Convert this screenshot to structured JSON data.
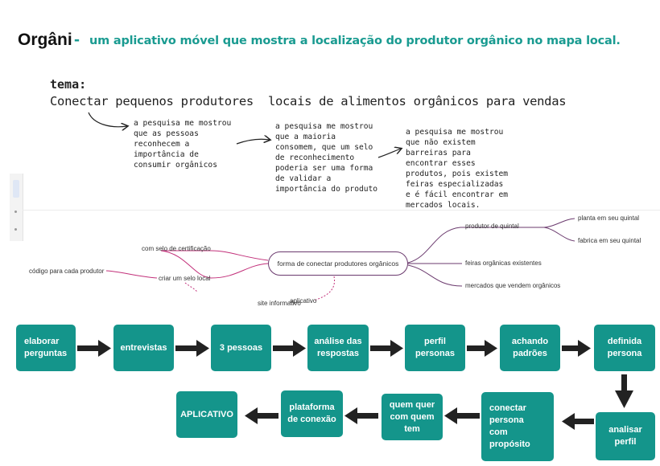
{
  "header": {
    "brand": "Orgâni",
    "separator": "-",
    "subtitle": "um aplicativo móvel que mostra a localização do produtor orgânico no mapa local."
  },
  "theme": {
    "label": "tema:",
    "text": "Conectar pequenos produtores  locais de alimentos orgânicos para vendas"
  },
  "notes": [
    "a pesquisa me mostrou\nque as pessoas\nreconhecem a\nimportância de\nconsumir orgânicos",
    "a pesquisa me mostrou\nque a maioria\nconsomem, que um selo\nde reconhecimento\npoderia ser uma forma\nde validar a\nimportância do produto",
    "a pesquisa me mostrou\nque não existem\nbarreiras para\nencontrar esses\nprodutos, pois existem\nfeiras especializadas\ne é fácil encontrar em\nmercados locais."
  ],
  "mindmap": {
    "center": "forma de conectar produtores orgânicos",
    "left": {
      "branch": "criar um selo local",
      "sub_top": "com selo de certificação",
      "sub_left": "código para cada produtor"
    },
    "bottom": {
      "a": "site informativo",
      "b": "aplicativo"
    },
    "right": {
      "quintal": "produtor de quintal",
      "quintal_a": "planta em seu quintal",
      "quintal_b": "fabrica em seu quintal",
      "feiras": "feiras orgânicas existentes",
      "mercados": "mercados que vendem orgânicos"
    }
  },
  "process": {
    "row1": [
      "elaborar\nperguntas",
      "entrevistas",
      "3 pessoas",
      "análise das\nrespostas",
      "perfil\npersonas",
      "achando\npadrões",
      "definida\npersona"
    ],
    "row2": [
      "analisar\nperfil",
      "conectar\npersona\ncom\npropósito",
      "quem quer\ncom quem\ntem",
      "plataforma\nde conexão",
      "APLICATIVO"
    ]
  },
  "colors": {
    "teal": "#14958b",
    "title_teal": "#1a9b91",
    "magenta": "#c2307a",
    "purple": "#6b3a6e",
    "arrow": "#222222"
  }
}
